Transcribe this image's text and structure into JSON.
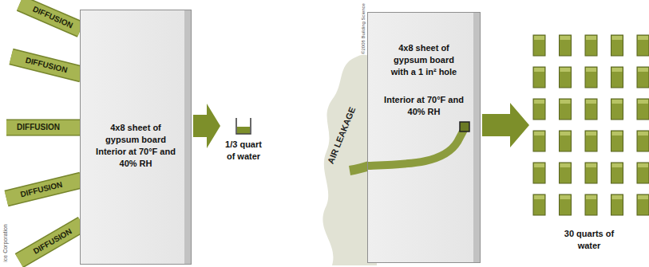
{
  "diagram": {
    "nodes": [
      {
        "text": [
          "4x8 sheet of gypsum board",
          "Interior at 70°F and 40% RH"
        ]
      },
      {
        "text": [
          "1/3 quart of water"
        ]
      },
      {
        "text": [
          "4x8 sheet of gypsum board with a 1 in² hole",
          "Interior at 70°F and 40% RH"
        ]
      },
      {
        "text": [
          "30 quarts of water"
        ]
      }
    ],
    "edges": [
      {
        "from": 0,
        "to": 1,
        "arrow": "to"
      },
      {
        "from": 2,
        "to": 3,
        "arrow": "to"
      }
    ],
    "labels": [
      "DIFFUSION",
      "DIFFUSION",
      "DIFFUSION",
      "DIFFUSION",
      "DIFFUSION",
      "AIR LEAKAGE",
      "ice Corporation",
      "©2008 Building Science"
    ]
  }
}
